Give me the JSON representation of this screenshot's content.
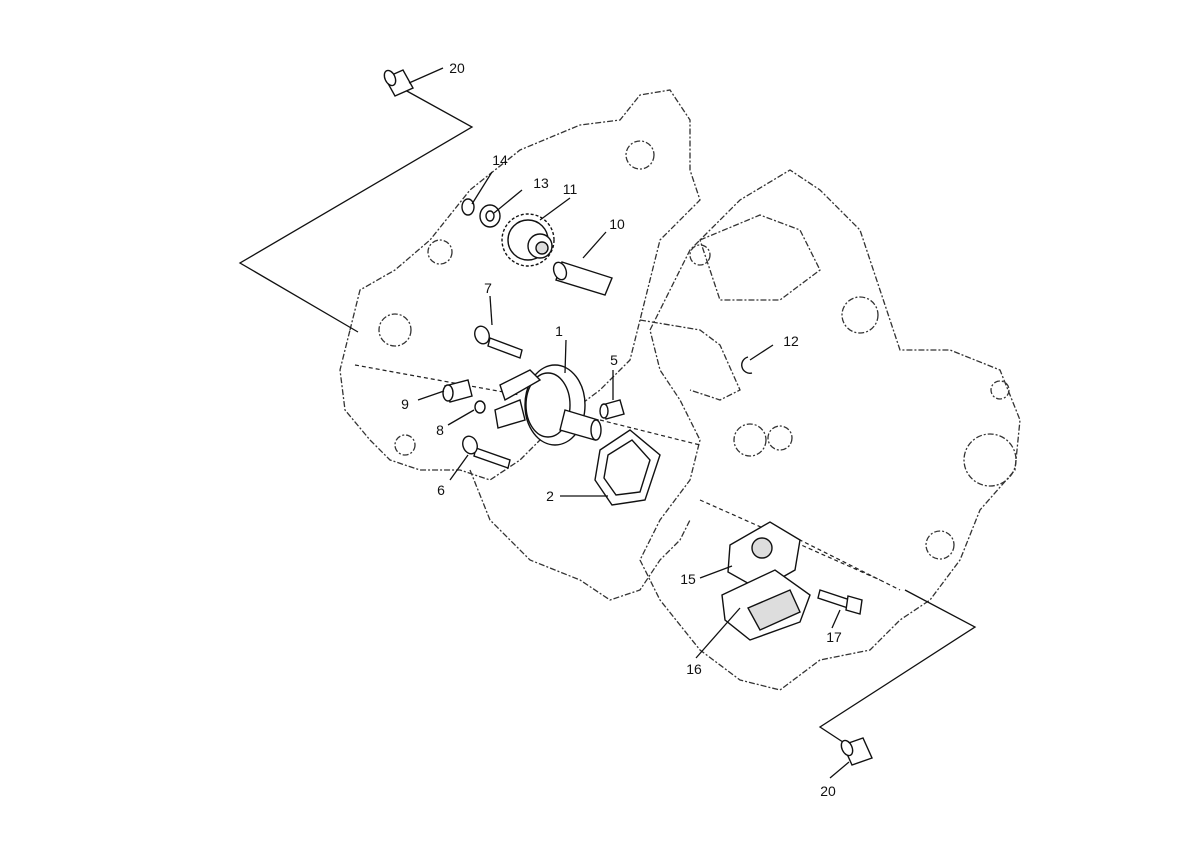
{
  "callouts": [
    {
      "id": "p1",
      "text": "1"
    },
    {
      "id": "p2",
      "text": "2"
    },
    {
      "id": "p5",
      "text": "5"
    },
    {
      "id": "p6",
      "text": "6"
    },
    {
      "id": "p7",
      "text": "7"
    },
    {
      "id": "p8",
      "text": "8"
    },
    {
      "id": "p9",
      "text": "9"
    },
    {
      "id": "p10",
      "text": "10"
    },
    {
      "id": "p11",
      "text": "11"
    },
    {
      "id": "p12",
      "text": "12"
    },
    {
      "id": "p13",
      "text": "13"
    },
    {
      "id": "p14",
      "text": "14"
    },
    {
      "id": "p15",
      "text": "15"
    },
    {
      "id": "p16",
      "text": "16"
    },
    {
      "id": "p17",
      "text": "17"
    },
    {
      "id": "p20a",
      "text": "20"
    },
    {
      "id": "p20b",
      "text": "20"
    }
  ]
}
